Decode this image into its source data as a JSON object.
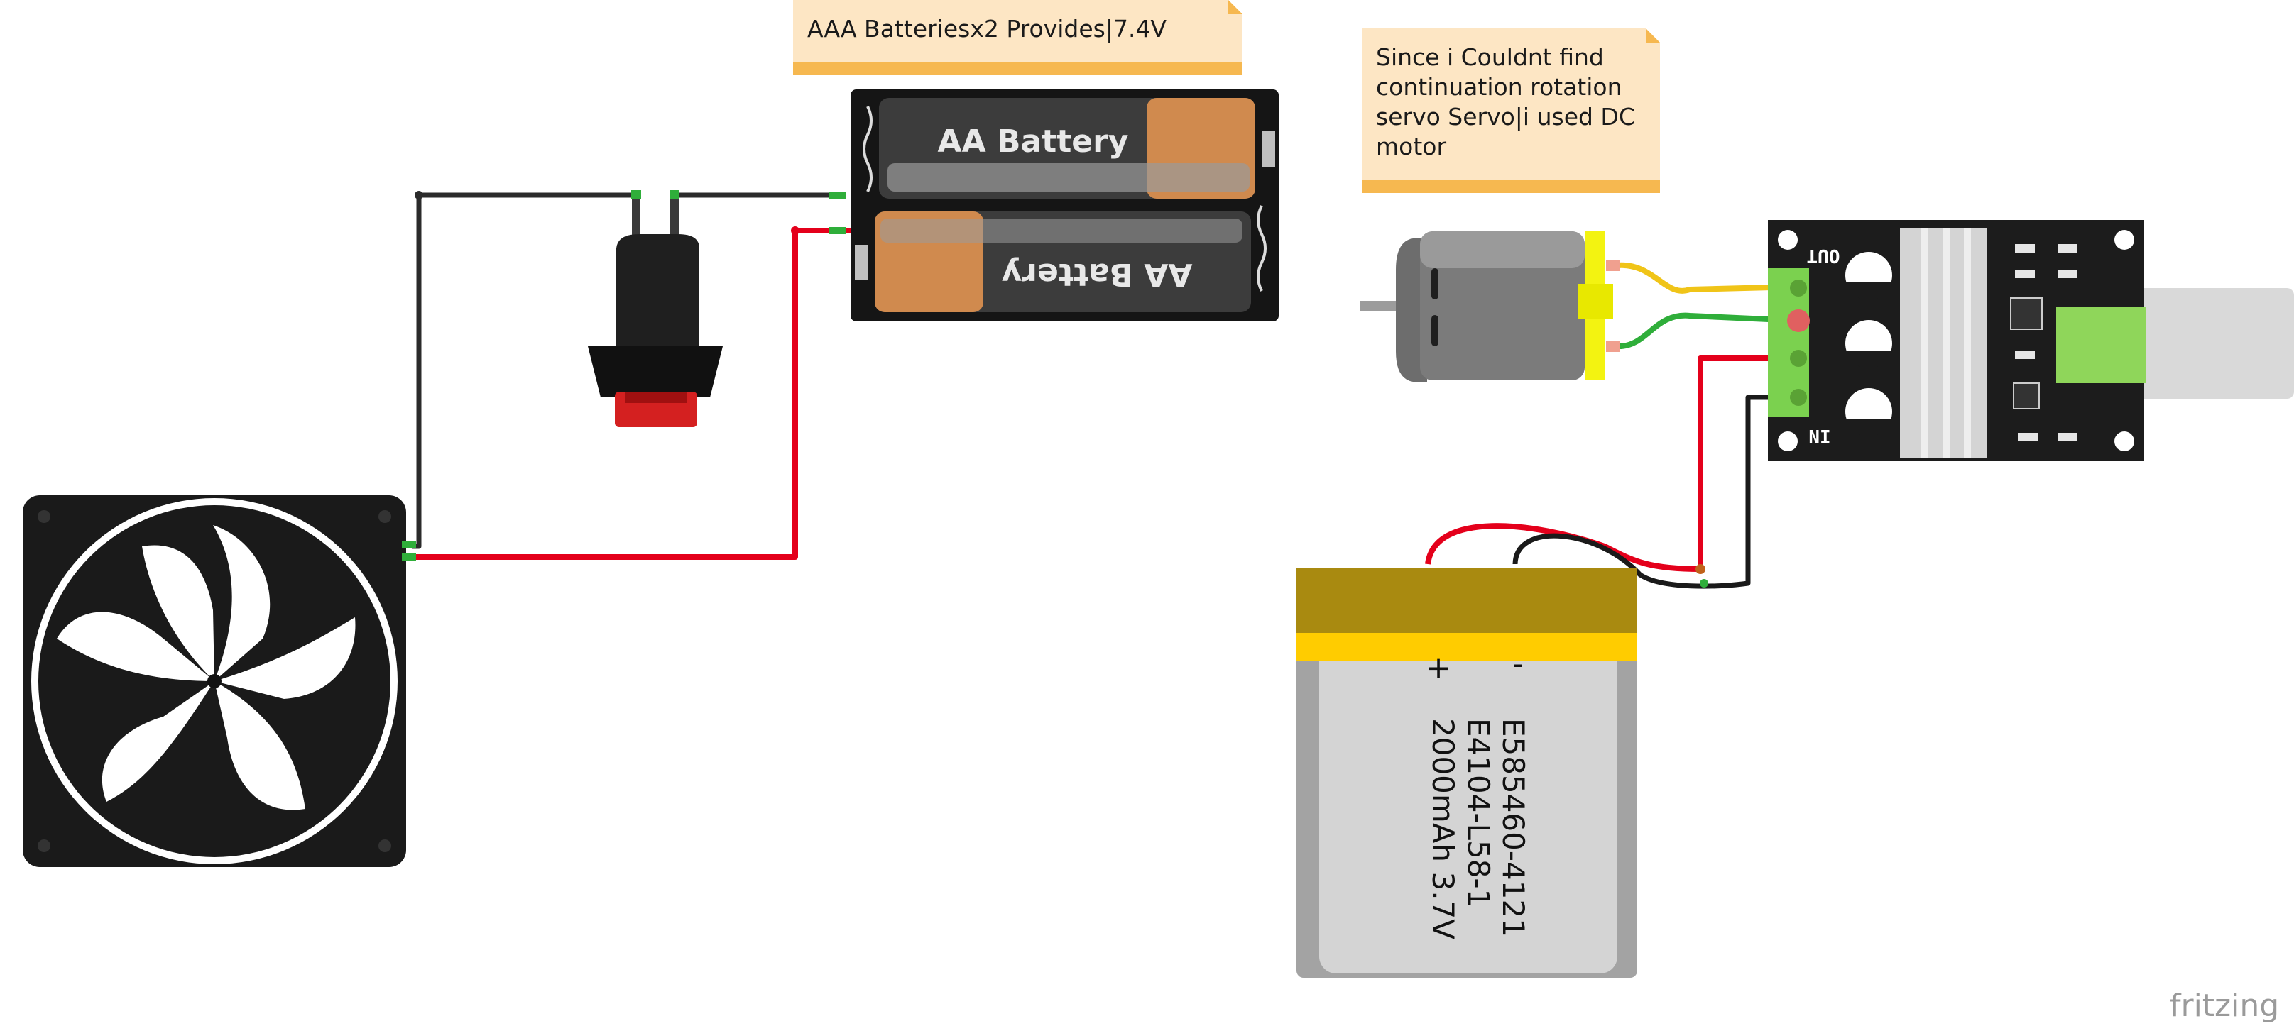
{
  "notes": {
    "battery_note": "AAA Batteriesx2 Provides|7.4V",
    "servo_note_lines": [
      "Since i Couldnt find",
      "continuation rotation",
      "servo Servo|i used DC",
      "motor"
    ]
  },
  "battery_holder": {
    "cell_top_label": "AA Battery",
    "cell_bottom_label": "AA Battery"
  },
  "speed_controller": {
    "out_label": "OUT",
    "in_label": "IN"
  },
  "lipo_battery": {
    "plus_sign": "+",
    "minus_sign": "-",
    "label_line_1": "E585460-4121",
    "label_line_2": "E4104-L58-1",
    "label_line_3": "2000mAh 3.7V"
  },
  "footer": {
    "logo": "fritzing"
  },
  "colors": {
    "wire_red": "#e4001b",
    "wire_black": "#2b2b2b",
    "wire_yellow": "#f0c418",
    "wire_green": "#2fae3a",
    "note_fill": "#fde6c4",
    "note_band": "#f6b850",
    "pcb": "#1c1c1c",
    "terminal_green": "#7bd14f",
    "lipo_gold": "#a98a10",
    "lipo_yellow": "#ffcc00"
  }
}
